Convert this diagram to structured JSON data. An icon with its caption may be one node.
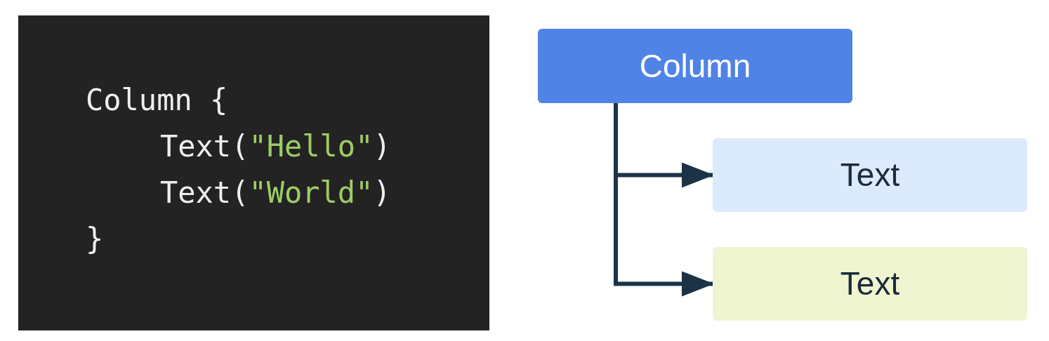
{
  "diagram": {
    "nodes": [
      {
        "text": [
          "Column"
        ]
      },
      {
        "text": [
          "Text"
        ]
      },
      {
        "text": [
          "Text"
        ]
      }
    ],
    "edges": [
      {
        "from": 0,
        "to": 1,
        "arrow": "to"
      },
      {
        "from": 0,
        "to": 2,
        "arrow": "to"
      }
    ],
    "labels": [
      "Column {",
      "Text(\"Hello\")",
      "Text(\"World\")",
      "}"
    ]
  }
}
